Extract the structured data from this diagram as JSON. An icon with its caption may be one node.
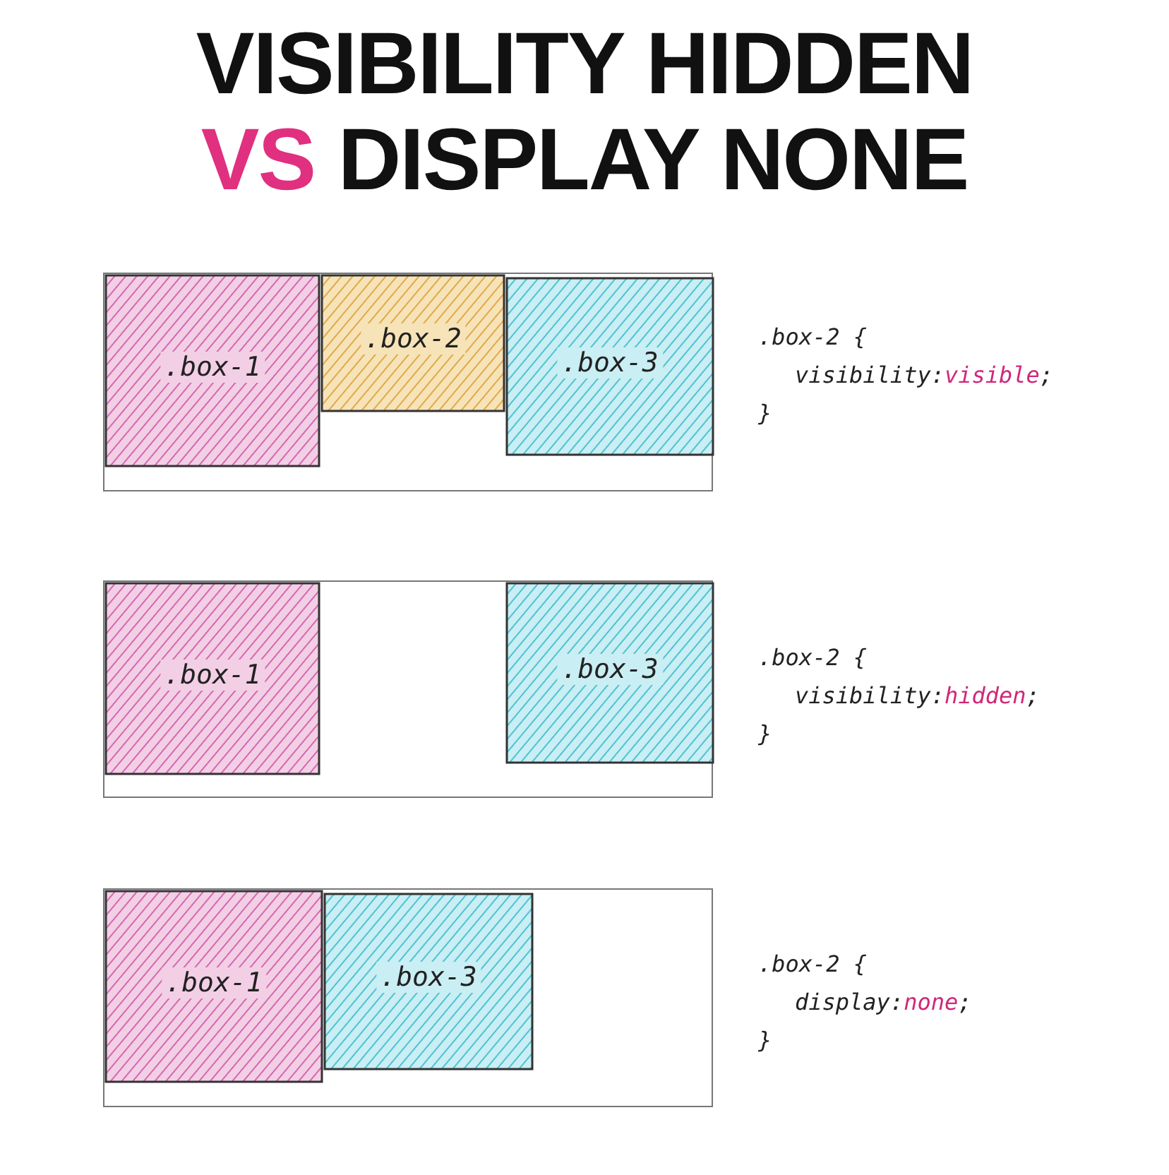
{
  "diagram": {
    "title": "VISIBILITY HIDDEN VS DISPLAY NONE",
    "nodes": [
      {
        "text": [],
        "shape": "box"
      },
      {
        "text": [
          ".box-1"
        ],
        "in": 0
      },
      {
        "text": [
          ".box-2"
        ],
        "in": 0
      },
      {
        "text": [
          ".box-3"
        ],
        "in": 0
      },
      {
        "text": [],
        "shape": "box"
      },
      {
        "text": [
          ".box-1"
        ],
        "in": 4
      },
      {
        "text": [
          ".box-3"
        ],
        "in": 4
      },
      {
        "text": [],
        "shape": "box"
      },
      {
        "text": [
          ".box-1"
        ],
        "in": 7
      },
      {
        "text": [
          ".box-3"
        ],
        "in": 7
      }
    ],
    "labels": [
      ".box-2 {",
      "visibility:visible;",
      "}",
      ".box-2 {",
      "visibility:hidden;",
      "}",
      ".box-2 {",
      "display:none;",
      "}"
    ]
  }
}
